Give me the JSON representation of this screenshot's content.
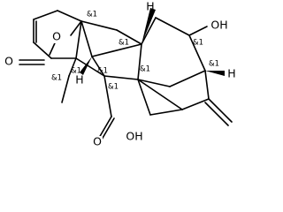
{
  "atom_labels": {
    "ring_oxygen": "O",
    "carbonyl_oxygen": "O",
    "hydroxyl": "OH",
    "acid_oh": "OH",
    "carboxyl_oxygen": "O",
    "hydrogen_a": "H",
    "hydrogen_b": "H",
    "hydrogen_c": "H"
  },
  "stereo_labels": {
    "s1": "&1",
    "s2": "&1",
    "s3": "&1",
    "s4": "&1",
    "s5": "&1",
    "s6": "&1",
    "s7": "&1",
    "s8": "&1",
    "s9": "&1"
  }
}
